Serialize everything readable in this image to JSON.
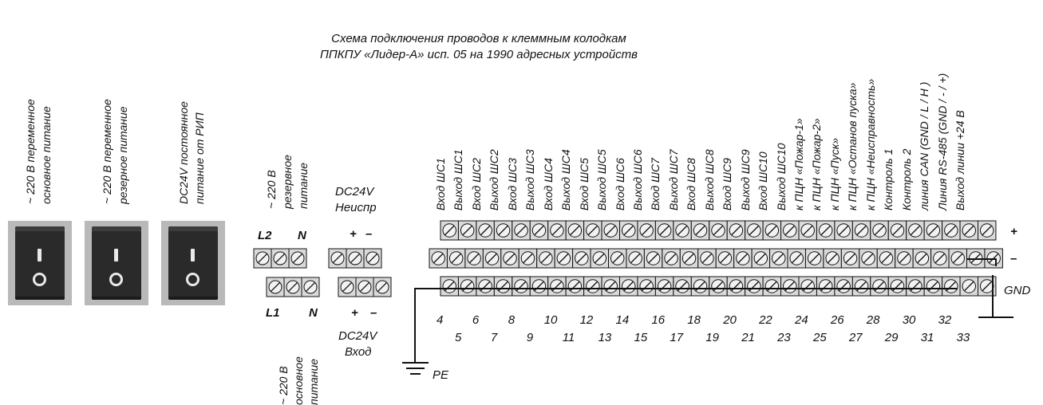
{
  "title": {
    "line1": "Схема подключения проводов к клеммным колодкам",
    "line2": "ППКПУ «Лидер-А» исп. 05 на 1990 адресных устройств"
  },
  "switches": [
    {
      "label1": "~ 220 В переменное",
      "label2": "основное питание",
      "icon": "rocker-switch-icon"
    },
    {
      "label1": "~ 220 В переменное",
      "label2": "резерное питание",
      "icon": "rocker-switch-icon"
    },
    {
      "label1": "DC24V постоянное",
      "label2": "питание  от  РИП",
      "icon": "rocker-switch-icon"
    }
  ],
  "reserve_power": {
    "line1": "~ 220 В",
    "line2": "резервное",
    "line3": "питание",
    "l2": "L2",
    "n": "N"
  },
  "main_power": {
    "line1": "~ 220 В",
    "line2": "основное",
    "line3": "питание",
    "l1": "L1",
    "n": "N"
  },
  "dc_fault": {
    "line1": "DC24V",
    "line2": "Неиспр",
    "plus": "+",
    "minus": "–"
  },
  "dc_input": {
    "line1": "DC24V",
    "line2": "Вход",
    "plus": "+",
    "minus": "–"
  },
  "terminal_labels": [
    "Вход ШС1",
    "Выход ШС1",
    "Вход ШС2",
    "Выход ШС2",
    "Вход ШС3",
    "Выход ШС3",
    "Вход ШС4",
    "Выход ШС4",
    "Вход ШС5",
    "Выход ШС5",
    "Вход ШС6",
    "Выход ШС6",
    "Вход ШС7",
    "Выход ШС7",
    "Вход ШС8",
    "Выход ШС8",
    "Вход ШС9",
    "Выход ШС9",
    "Вход ШС10",
    "Выход ШС10",
    "к ПЦН «Пожар-1»",
    "к ПЦН «Пожар-2»",
    "к ПЦН «Пуск»",
    "к ПЦН «Останов пуска»",
    "к ПЦН «Неисправность»",
    "Контроль 1",
    "Контроль 2",
    "линия CAN  (GND / L / H )",
    "Линия RS-485 (GND / - / +)",
    "Выход линии +24 В"
  ],
  "numbers_top": [
    "4",
    "6",
    "8",
    "10",
    "12",
    "14",
    "16",
    "18",
    "20",
    "22",
    "24",
    "26",
    "28",
    "30",
    "32"
  ],
  "numbers_bottom": [
    "5",
    "7",
    "9",
    "11",
    "13",
    "15",
    "17",
    "19",
    "21",
    "23",
    "25",
    "27",
    "29",
    "31",
    "33"
  ],
  "rail_plus": "+",
  "rail_minus": "–",
  "rail_gnd": "GND",
  "pe": "PE",
  "colors": {
    "terminal_fill": "#d9d9d9",
    "screw_fill": "#f2f2f2",
    "stroke": "#111111",
    "switch_body": "#2a2a2a",
    "switch_frame": "#b9b9b9"
  }
}
